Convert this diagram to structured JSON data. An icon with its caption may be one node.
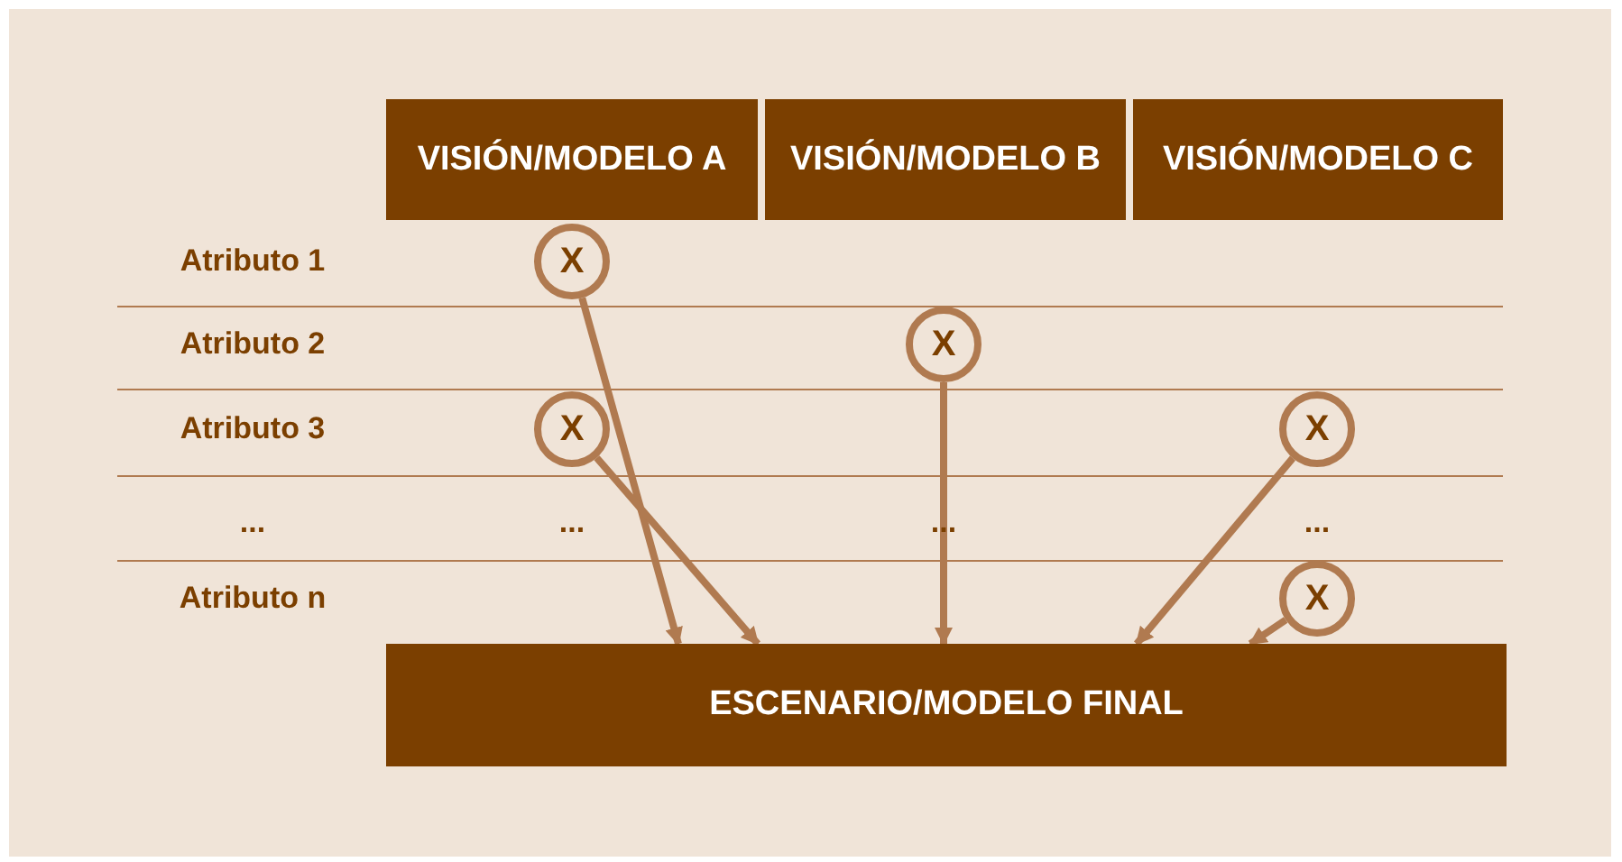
{
  "diagram": {
    "nodes": [
      {
        "text": [
          "VISIÓN/MODELO A"
        ]
      },
      {
        "text": [
          "VISIÓN/MODELO B"
        ]
      },
      {
        "text": [
          "VISIÓN/MODELO C"
        ]
      },
      {
        "text": [
          "X"
        ]
      },
      {
        "text": [
          "X"
        ]
      },
      {
        "text": [
          "X"
        ]
      },
      {
        "text": [
          "X"
        ]
      },
      {
        "text": [
          "X"
        ]
      },
      {
        "text": [
          "ESCENARIO/MODELO FINAL"
        ]
      }
    ],
    "edges": [
      {
        "from": 3,
        "to": 8,
        "arrow": "to"
      },
      {
        "from": 4,
        "to": 8,
        "arrow": "to"
      },
      {
        "from": 5,
        "to": 8,
        "arrow": "to"
      },
      {
        "from": 6,
        "to": 8,
        "arrow": "to"
      },
      {
        "from": 7,
        "to": 8,
        "arrow": "to"
      }
    ],
    "labels": [
      "Atributo 1",
      "Atributo 2",
      "Atributo 3",
      "...",
      "...",
      "...",
      "...",
      "Atributo n"
    ]
  }
}
